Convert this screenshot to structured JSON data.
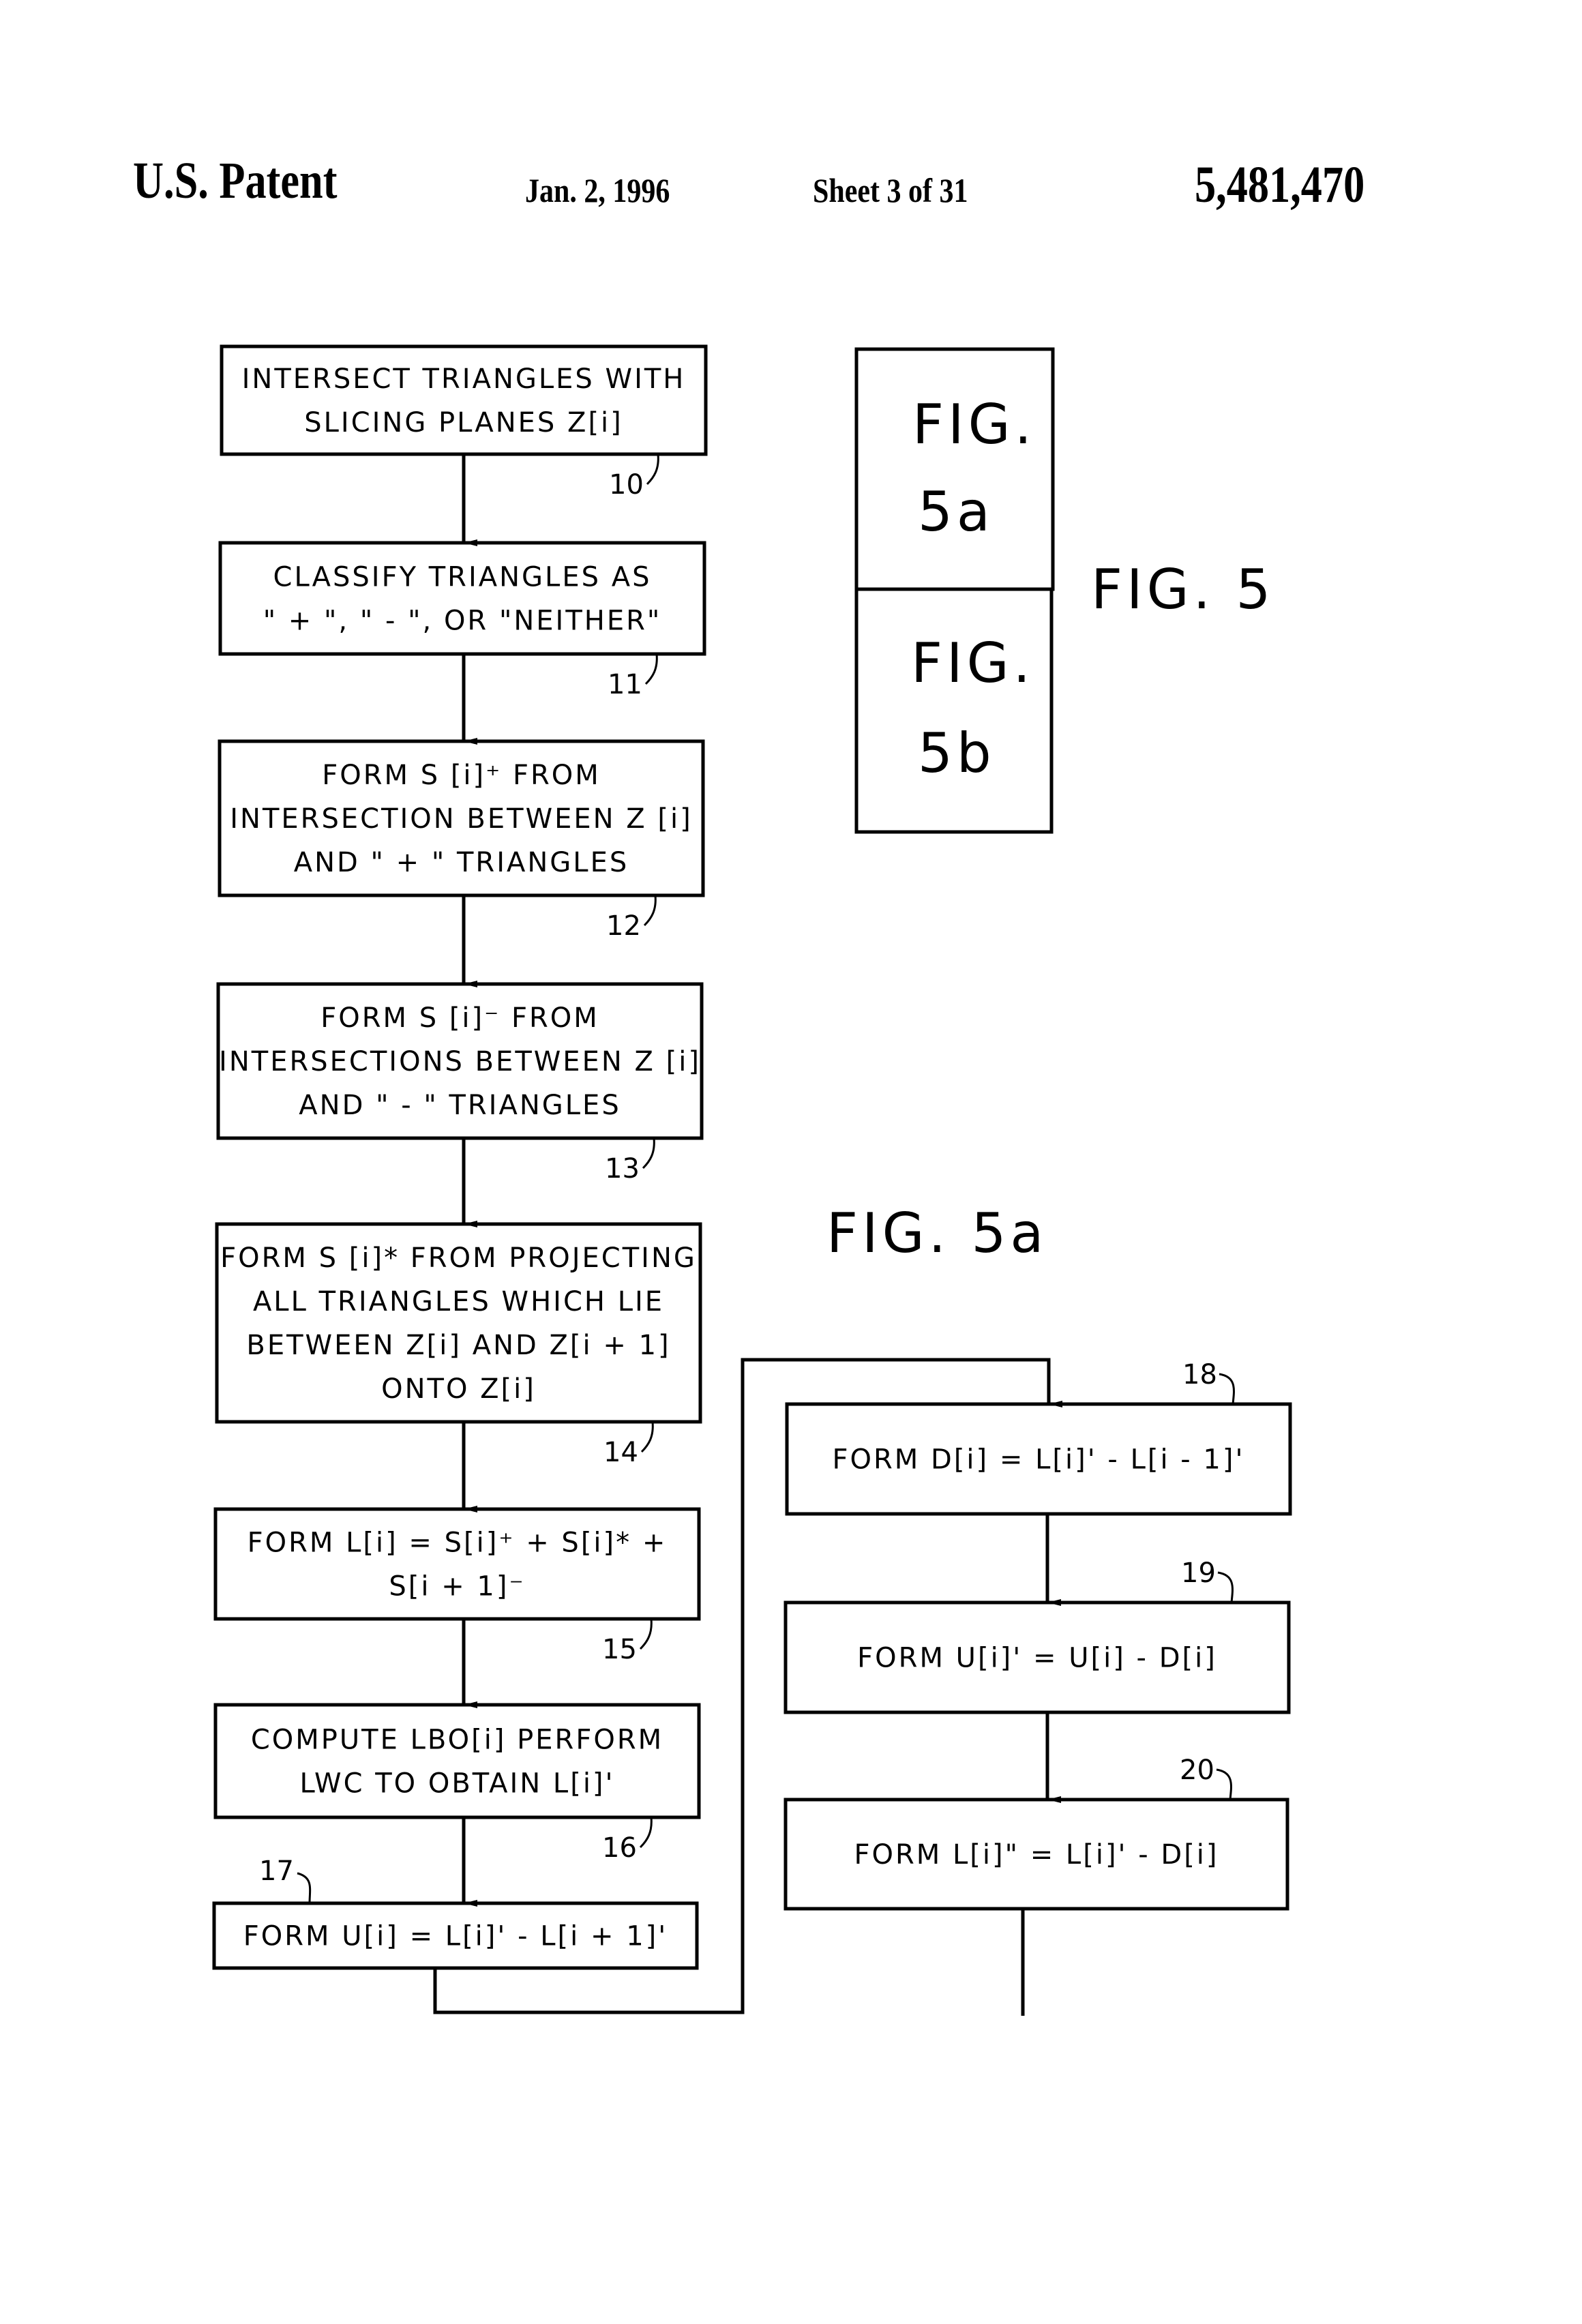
{
  "header": {
    "left": "U.S. Patent",
    "date": "Jan. 2, 1996",
    "sheet": "Sheet 3 of 31",
    "patent_number": "5,481,470"
  },
  "figure_key": {
    "top": [
      "FIG.",
      "5a"
    ],
    "bottom": [
      "FIG.",
      "5b"
    ],
    "label": "FIG. 5"
  },
  "figure_label": "FIG. 5a",
  "steps": [
    {
      "ref": "10",
      "lines": [
        "INTERSECT TRIANGLES WITH",
        "SLICING PLANES Z[i]"
      ]
    },
    {
      "ref": "11",
      "lines": [
        "CLASSIFY TRIANGLES AS",
        "\" + \", \" - \", OR \"NEITHER\""
      ]
    },
    {
      "ref": "12",
      "lines": [
        "FORM S [i]⁺ FROM",
        "INTERSECTION BETWEEN Z [i]",
        "AND \" + \" TRIANGLES"
      ]
    },
    {
      "ref": "13",
      "lines": [
        "FORM S [i]⁻ FROM",
        "INTERSECTIONS BETWEEN Z [i]",
        "AND \" - \" TRIANGLES"
      ]
    },
    {
      "ref": "14",
      "lines": [
        "FORM S [i]* FROM PROJECTING",
        "ALL TRIANGLES WHICH LIE",
        "BETWEEN Z[i] AND Z[i + 1]",
        "ONTO Z[i]"
      ]
    },
    {
      "ref": "15",
      "lines": [
        "FORM L[i] = S[i]⁺ + S[i]* +",
        "S[i + 1]⁻"
      ]
    },
    {
      "ref": "16",
      "lines": [
        "COMPUTE LBO[i] PERFORM",
        "LWC TO OBTAIN L[i]'"
      ]
    },
    {
      "ref": "17",
      "lines": [
        "FORM U[i] = L[i]' - L[i + 1]'"
      ]
    },
    {
      "ref": "18",
      "lines": [
        "FORM D[i] = L[i]' - L[i - 1]'"
      ]
    },
    {
      "ref": "19",
      "lines": [
        "FORM U[i]' = U[i] - D[i]"
      ]
    },
    {
      "ref": "20",
      "lines": [
        "FORM L[i]\" = L[i]' - D[i]"
      ]
    }
  ]
}
